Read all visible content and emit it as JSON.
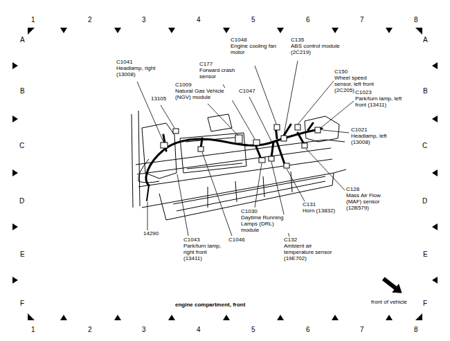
{
  "diagram": {
    "caption": "engine compartment, front",
    "labels": [
      "1",
      "2",
      "3",
      "4",
      "5",
      "6",
      "7",
      "8",
      "1",
      "2",
      "3",
      "4",
      "5",
      "6",
      "7",
      "8",
      "A",
      "B",
      "C",
      "D",
      "E",
      "F",
      "A",
      "B",
      "C",
      "D",
      "E",
      "F",
      "C1048",
      "Engine cooling fan motor",
      "C135",
      "ABS control module (2C219)",
      "C1041",
      "Headlamp, right (13008)",
      "C177",
      "Forward crash sensor",
      "C150",
      "Wheel speed sensor, left front (2C205)",
      "C1009",
      "Natural Gas Vehicle (NGV) module",
      "13105",
      "C1047",
      "C1023",
      "Park/turn lamp, left front (13411)",
      "C1021",
      "Headlamp, left (13008)",
      "C128",
      "Mass Air Flow (MAF) sensor (12B579)",
      "C131",
      "Horn (13832)",
      "C1030",
      "Daytime Running Lamps (DRL) module",
      "14290",
      "C1043",
      "Park/turn lamp, right front (13411)",
      "C1046",
      "C132",
      "Ambient air temperature sensor (19E702)",
      "front of vehicle"
    ]
  }
}
